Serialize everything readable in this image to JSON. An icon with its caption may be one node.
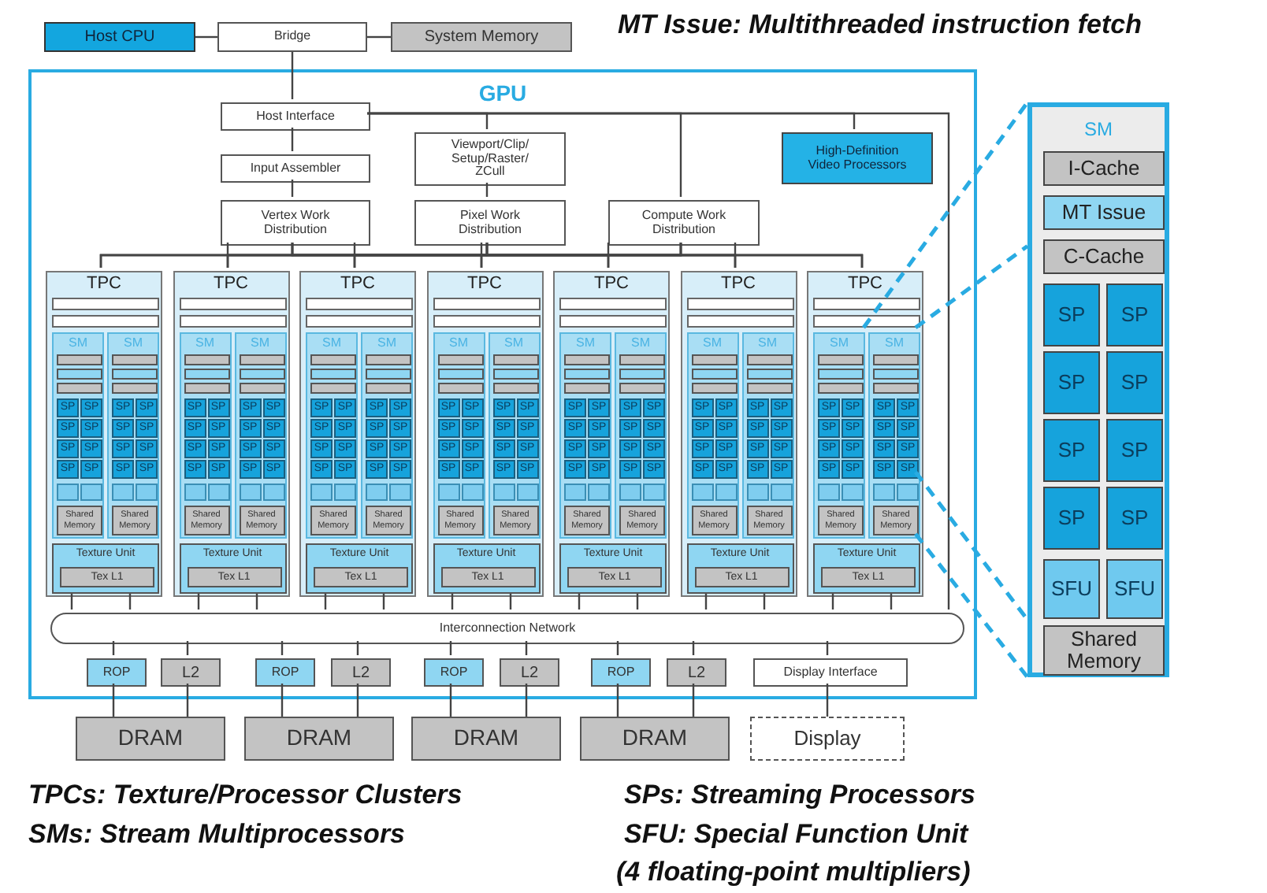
{
  "diagram": {
    "nodes": [
      {
        "text": [
          "Host CPU"
        ]
      },
      {
        "text": [
          "Bridge"
        ]
      },
      {
        "text": [
          "System Memory"
        ]
      },
      {
        "text": [
          "GPU"
        ]
      },
      {
        "text": [
          "Host Interface"
        ],
        "in": 3
      },
      {
        "text": [
          "Input Assembler"
        ],
        "in": 3
      },
      {
        "text": [
          "Viewport/Clip/ Setup/Raster/ ZCull"
        ],
        "in": 3
      },
      {
        "text": [
          "High-Definition Video Processors"
        ],
        "in": 3
      },
      {
        "text": [
          "Vertex Work Distribution"
        ],
        "in": 3
      },
      {
        "text": [
          "Pixel Work Distribution"
        ],
        "in": 3
      },
      {
        "text": [
          "Compute Work Distribution"
        ],
        "in": 3
      },
      {
        "text": [
          "TPC"
        ],
        "in": 3
      },
      {
        "text": [],
        "shape": "bar",
        "in": 11
      },
      {
        "text": [],
        "shape": "bar",
        "in": 11
      },
      {
        "text": [
          "SM"
        ],
        "in": 11
      },
      {
        "text": [],
        "shape": "bar",
        "in": 14
      },
      {
        "text": [],
        "shape": "bar",
        "in": 14
      },
      {
        "text": [],
        "shape": "bar",
        "in": 14
      },
      {
        "text": [
          "SP"
        ],
        "in": 14
      },
      {
        "text": [
          "SP"
        ],
        "in": 14
      },
      {
        "text": [
          "SP"
        ],
        "in": 14
      },
      {
        "text": [
          "SP"
        ],
        "in": 14
      },
      {
        "text": [
          "SP"
        ],
        "in": 14
      },
      {
        "text": [
          "SP"
        ],
        "in": 14
      },
      {
        "text": [
          "SP"
        ],
        "in": 14
      },
      {
        "text": [
          "SP"
        ],
        "in": 14
      },
      {
        "text": [],
        "shape": "box",
        "in": 14
      },
      {
        "text": [],
        "shape": "box",
        "in": 14
      },
      {
        "text": [
          "Shared Memory"
        ],
        "in": 14
      },
      {
        "text": [
          "SM"
        ],
        "in": 11
      },
      {
        "text": [],
        "shape": "bar",
        "in": 29
      },
      {
        "text": [],
        "shape": "bar",
        "in": 29
      },
      {
        "text": [],
        "shape": "bar",
        "in": 29
      },
      {
        "text": [
          "SP"
        ],
        "in": 29
      },
      {
        "text": [
          "SP"
        ],
        "in": 29
      },
      {
        "text": [
          "SP"
        ],
        "in": 29
      },
      {
        "text": [
          "SP"
        ],
        "in": 29
      },
      {
        "text": [
          "SP"
        ],
        "in": 29
      },
      {
        "text": [
          "SP"
        ],
        "in": 29
      },
      {
        "text": [
          "SP"
        ],
        "in": 29
      },
      {
        "text": [
          "SP"
        ],
        "in": 29
      },
      {
        "text": [],
        "shape": "box",
        "in": 29
      },
      {
        "text": [],
        "shape": "box",
        "in": 29
      },
      {
        "text": [
          "Shared Memory"
        ],
        "in": 29
      },
      {
        "text": [
          "Texture Unit"
        ],
        "in": 11
      },
      {
        "text": [
          "Tex L1"
        ],
        "in": 44
      },
      {
        "text": [
          "TPC"
        ],
        "in": 3
      },
      {
        "text": [],
        "shape": "bar",
        "in": 46
      },
      {
        "text": [],
        "shape": "bar",
        "in": 46
      },
      {
        "text": [
          "SM"
        ],
        "in": 46
      },
      {
        "text": [],
        "shape": "bar",
        "in": 49
      },
      {
        "text": [],
        "shape": "bar",
        "in": 49
      },
      {
        "text": [],
        "shape": "bar",
        "in": 49
      },
      {
        "text": [
          "SP"
        ],
        "in": 49
      },
      {
        "text": [
          "SP"
        ],
        "in": 49
      },
      {
        "text": [
          "SP"
        ],
        "in": 49
      },
      {
        "text": [
          "SP"
        ],
        "in": 49
      },
      {
        "text": [
          "SP"
        ],
        "in": 49
      },
      {
        "text": [
          "SP"
        ],
        "in": 49
      },
      {
        "text": [
          "SP"
        ],
        "in": 49
      },
      {
        "text": [
          "SP"
        ],
        "in": 49
      },
      {
        "text": [],
        "shape": "box",
        "in": 49
      },
      {
        "text": [],
        "shape": "box",
        "in": 49
      },
      {
        "text": [
          "Shared Memory"
        ],
        "in": 49
      },
      {
        "text": [
          "SM"
        ],
        "in": 46
      },
      {
        "text": [],
        "shape": "bar",
        "in": 64
      },
      {
        "text": [],
        "shape": "bar",
        "in": 64
      },
      {
        "text": [],
        "shape": "bar",
        "in": 64
      },
      {
        "text": [
          "SP"
        ],
        "in": 64
      },
      {
        "text": [
          "SP"
        ],
        "in": 64
      },
      {
        "text": [
          "SP"
        ],
        "in": 64
      },
      {
        "text": [
          "SP"
        ],
        "in": 64
      },
      {
        "text": [
          "SP"
        ],
        "in": 64
      },
      {
        "text": [
          "SP"
        ],
        "in": 64
      },
      {
        "text": [
          "SP"
        ],
        "in": 64
      },
      {
        "text": [
          "SP"
        ],
        "in": 64
      },
      {
        "text": [],
        "shape": "box",
        "in": 64
      },
      {
        "text": [],
        "shape": "box",
        "in": 64
      },
      {
        "text": [
          "Shared Memory"
        ],
        "in": 64
      },
      {
        "text": [
          "Texture Unit"
        ],
        "in": 46
      },
      {
        "text": [
          "Tex L1"
        ],
        "in": 79
      },
      {
        "text": [
          "TPC"
        ],
        "in": 3
      },
      {
        "text": [],
        "shape": "bar",
        "in": 81
      },
      {
        "text": [],
        "shape": "bar",
        "in": 81
      },
      {
        "text": [
          "SM"
        ],
        "in": 81
      },
      {
        "text": [],
        "shape": "bar",
        "in": 84
      },
      {
        "text": [],
        "shape": "bar",
        "in": 84
      },
      {
        "text": [],
        "shape": "bar",
        "in": 84
      },
      {
        "text": [
          "SP"
        ],
        "in": 84
      },
      {
        "text": [
          "SP"
        ],
        "in": 84
      },
      {
        "text": [
          "SP"
        ],
        "in": 84
      },
      {
        "text": [
          "SP"
        ],
        "in": 84
      },
      {
        "text": [
          "SP"
        ],
        "in": 84
      },
      {
        "text": [
          "SP"
        ],
        "in": 84
      },
      {
        "text": [
          "SP"
        ],
        "in": 84
      },
      {
        "text": [
          "SP"
        ],
        "in": 84
      },
      {
        "text": [],
        "shape": "box",
        "in": 84
      },
      {
        "text": [],
        "shape": "box",
        "in": 84
      },
      {
        "text": [
          "Shared Memory"
        ],
        "in": 84
      },
      {
        "text": [
          "SM"
        ],
        "in": 81
      },
      {
        "text": [],
        "shape": "bar",
        "in": 99
      },
      {
        "text": [],
        "shape": "bar",
        "in": 99
      },
      {
        "text": [],
        "shape": "bar",
        "in": 99
      },
      {
        "text": [
          "SP"
        ],
        "in": 99
      },
      {
        "text": [
          "SP"
        ],
        "in": 99
      },
      {
        "text": [
          "SP"
        ],
        "in": 99
      },
      {
        "text": [
          "SP"
        ],
        "in": 99
      },
      {
        "text": [
          "SP"
        ],
        "in": 99
      },
      {
        "text": [
          "SP"
        ],
        "in": 99
      },
      {
        "text": [
          "SP"
        ],
        "in": 99
      },
      {
        "text": [
          "SP"
        ],
        "in": 99
      },
      {
        "text": [],
        "shape": "box",
        "in": 99
      },
      {
        "text": [],
        "shape": "box",
        "in": 99
      },
      {
        "text": [
          "Shared Memory"
        ],
        "in": 99
      },
      {
        "text": [
          "Texture Unit"
        ],
        "in": 81
      },
      {
        "text": [
          "Tex L1"
        ],
        "in": 114
      },
      {
        "text": [
          "TPC"
        ],
        "in": 3
      },
      {
        "text": [],
        "shape": "bar",
        "in": 116
      },
      {
        "text": [],
        "shape": "bar",
        "in": 116
      },
      {
        "text": [
          "SM"
        ],
        "in": 116
      },
      {
        "text": [],
        "shape": "bar",
        "in": 119
      },
      {
        "text": [],
        "shape": "bar",
        "in": 119
      },
      {
        "text": [],
        "shape": "bar",
        "in": 119
      },
      {
        "text": [
          "SP"
        ],
        "in": 119
      },
      {
        "text": [
          "SP"
        ],
        "in": 119
      },
      {
        "text": [
          "SP"
        ],
        "in": 119
      },
      {
        "text": [
          "SP"
        ],
        "in": 119
      },
      {
        "text": [
          "SP"
        ],
        "in": 119
      },
      {
        "text": [
          "SP"
        ],
        "in": 119
      },
      {
        "text": [
          "SP"
        ],
        "in": 119
      },
      {
        "text": [
          "SP"
        ],
        "in": 119
      },
      {
        "text": [],
        "shape": "box",
        "in": 119
      },
      {
        "text": [],
        "shape": "box",
        "in": 119
      },
      {
        "text": [
          "Shared Memory"
        ],
        "in": 119
      },
      {
        "text": [
          "SM"
        ],
        "in": 116
      },
      {
        "text": [],
        "shape": "bar",
        "in": 134
      },
      {
        "text": [],
        "shape": "bar",
        "in": 134
      },
      {
        "text": [],
        "shape": "bar",
        "in": 134
      },
      {
        "text": [
          "SP"
        ],
        "in": 134
      },
      {
        "text": [
          "SP"
        ],
        "in": 134
      },
      {
        "text": [
          "SP"
        ],
        "in": 134
      },
      {
        "text": [
          "SP"
        ],
        "in": 134
      },
      {
        "text": [
          "SP"
        ],
        "in": 134
      },
      {
        "text": [
          "SP"
        ],
        "in": 134
      },
      {
        "text": [
          "SP"
        ],
        "in": 134
      },
      {
        "text": [
          "SP"
        ],
        "in": 134
      },
      {
        "text": [],
        "shape": "box",
        "in": 134
      },
      {
        "text": [],
        "shape": "box",
        "in": 134
      },
      {
        "text": [
          "Shared Memory"
        ],
        "in": 134
      },
      {
        "text": [
          "Texture Unit"
        ],
        "in": 116
      },
      {
        "text": [
          "Tex L1"
        ],
        "in": 149
      },
      {
        "text": [
          "TPC"
        ],
        "in": 3
      },
      {
        "text": [],
        "shape": "bar",
        "in": 151
      },
      {
        "text": [],
        "shape": "bar",
        "in": 151
      },
      {
        "text": [
          "SM"
        ],
        "in": 151
      },
      {
        "text": [],
        "shape": "bar",
        "in": 154
      },
      {
        "text": [],
        "shape": "bar",
        "in": 154
      },
      {
        "text": [],
        "shape": "bar",
        "in": 154
      },
      {
        "text": [
          "SP"
        ],
        "in": 154
      },
      {
        "text": [
          "SP"
        ],
        "in": 154
      },
      {
        "text": [
          "SP"
        ],
        "in": 154
      },
      {
        "text": [
          "SP"
        ],
        "in": 154
      },
      {
        "text": [
          "SP"
        ],
        "in": 154
      },
      {
        "text": [
          "SP"
        ],
        "in": 154
      },
      {
        "text": [
          "SP"
        ],
        "in": 154
      },
      {
        "text": [
          "SP"
        ],
        "in": 154
      },
      {
        "text": [],
        "shape": "box",
        "in": 154
      },
      {
        "text": [],
        "shape": "box",
        "in": 154
      },
      {
        "text": [
          "Shared Memory"
        ],
        "in": 154
      },
      {
        "text": [
          "SM"
        ],
        "in": 151
      },
      {
        "text": [],
        "shape": "bar",
        "in": 169
      },
      {
        "text": [],
        "shape": "bar",
        "in": 169
      },
      {
        "text": [],
        "shape": "bar",
        "in": 169
      },
      {
        "text": [
          "SP"
        ],
        "in": 169
      },
      {
        "text": [
          "SP"
        ],
        "in": 169
      },
      {
        "text": [
          "SP"
        ],
        "in": 169
      },
      {
        "text": [
          "SP"
        ],
        "in": 169
      },
      {
        "text": [
          "SP"
        ],
        "in": 169
      },
      {
        "text": [
          "SP"
        ],
        "in": 169
      },
      {
        "text": [
          "SP"
        ],
        "in": 169
      },
      {
        "text": [
          "SP"
        ],
        "in": 169
      },
      {
        "text": [],
        "shape": "box",
        "in": 169
      },
      {
        "text": [],
        "shape": "box",
        "in": 169
      },
      {
        "text": [
          "Shared Memory"
        ],
        "in": 169
      },
      {
        "text": [
          "Texture Unit"
        ],
        "in": 151
      },
      {
        "text": [
          "Tex L1"
        ],
        "in": 184
      },
      {
        "text": [
          "TPC"
        ],
        "in": 3
      },
      {
        "text": [],
        "shape": "bar",
        "in": 186
      },
      {
        "text": [],
        "shape": "bar",
        "in": 186
      },
      {
        "text": [
          "SM"
        ],
        "in": 186
      },
      {
        "text": [],
        "shape": "bar",
        "in": 189
      },
      {
        "text": [],
        "shape": "bar",
        "in": 189
      },
      {
        "text": [],
        "shape": "bar",
        "in": 189
      },
      {
        "text": [
          "SP"
        ],
        "in": 189
      },
      {
        "text": [
          "SP"
        ],
        "in": 189
      },
      {
        "text": [
          "SP"
        ],
        "in": 189
      },
      {
        "text": [
          "SP"
        ],
        "in": 189
      },
      {
        "text": [
          "SP"
        ],
        "in": 189
      },
      {
        "text": [
          "SP"
        ],
        "in": 189
      },
      {
        "text": [
          "SP"
        ],
        "in": 189
      },
      {
        "text": [
          "SP"
        ],
        "in": 189
      },
      {
        "text": [],
        "shape": "box",
        "in": 189
      },
      {
        "text": [],
        "shape": "box",
        "in": 189
      },
      {
        "text": [
          "Shared Memory"
        ],
        "in": 189
      },
      {
        "text": [
          "SM"
        ],
        "in": 186
      },
      {
        "text": [],
        "shape": "bar",
        "in": 204
      },
      {
        "text": [],
        "shape": "bar",
        "in": 204
      },
      {
        "text": [],
        "shape": "bar",
        "in": 204
      },
      {
        "text": [
          "SP"
        ],
        "in": 204
      },
      {
        "text": [
          "SP"
        ],
        "in": 204
      },
      {
        "text": [
          "SP"
        ],
        "in": 204
      },
      {
        "text": [
          "SP"
        ],
        "in": 204
      },
      {
        "text": [
          "SP"
        ],
        "in": 204
      },
      {
        "text": [
          "SP"
        ],
        "in": 204
      },
      {
        "text": [
          "SP"
        ],
        "in": 204
      },
      {
        "text": [
          "SP"
        ],
        "in": 204
      },
      {
        "text": [],
        "shape": "box",
        "in": 204
      },
      {
        "text": [],
        "shape": "box",
        "in": 204
      },
      {
        "text": [
          "Shared Memory"
        ],
        "in": 204
      },
      {
        "text": [
          "Texture Unit"
        ],
        "in": 186
      },
      {
        "text": [
          "Tex L1"
        ],
        "in": 219
      },
      {
        "text": [
          "TPC"
        ],
        "in": 3
      },
      {
        "text": [],
        "shape": "bar",
        "in": 221
      },
      {
        "text": [],
        "shape": "bar",
        "in": 221
      },
      {
        "text": [
          "SM"
        ],
        "in": 221
      },
      {
        "text": [],
        "shape": "bar",
        "in": 224
      },
      {
        "text": [],
        "shape": "bar",
        "in": 224
      },
      {
        "text": [],
        "shape": "bar",
        "in": 224
      },
      {
        "text": [
          "SP"
        ],
        "in": 224
      },
      {
        "text": [
          "SP"
        ],
        "in": 224
      },
      {
        "text": [
          "SP"
        ],
        "in": 224
      },
      {
        "text": [
          "SP"
        ],
        "in": 224
      },
      {
        "text": [
          "SP"
        ],
        "in": 224
      },
      {
        "text": [
          "SP"
        ],
        "in": 224
      },
      {
        "text": [
          "SP"
        ],
        "in": 224
      },
      {
        "text": [
          "SP"
        ],
        "in": 224
      },
      {
        "text": [],
        "shape": "box",
        "in": 224
      },
      {
        "text": [],
        "shape": "box",
        "in": 224
      },
      {
        "text": [
          "Shared Memory"
        ],
        "in": 224
      },
      {
        "text": [
          "SM"
        ],
        "in": 221
      },
      {
        "text": [],
        "shape": "bar",
        "in": 239
      },
      {
        "text": [],
        "shape": "bar",
        "in": 239
      },
      {
        "text": [],
        "shape": "bar",
        "in": 239
      },
      {
        "text": [
          "SP"
        ],
        "in": 239
      },
      {
        "text": [
          "SP"
        ],
        "in": 239
      },
      {
        "text": [
          "SP"
        ],
        "in": 239
      },
      {
        "text": [
          "SP"
        ],
        "in": 239
      },
      {
        "text": [
          "SP"
        ],
        "in": 239
      },
      {
        "text": [
          "SP"
        ],
        "in": 239
      },
      {
        "text": [
          "SP"
        ],
        "in": 239
      },
      {
        "text": [
          "SP"
        ],
        "in": 239
      },
      {
        "text": [],
        "shape": "box",
        "in": 239
      },
      {
        "text": [],
        "shape": "box",
        "in": 239
      },
      {
        "text": [
          "Shared Memory"
        ],
        "in": 239
      },
      {
        "text": [
          "Texture Unit"
        ],
        "in": 221
      },
      {
        "text": [
          "Tex L1"
        ],
        "in": 254
      },
      {
        "text": [
          "Interconnection Network"
        ],
        "in": 3
      },
      {
        "text": [
          "ROP"
        ],
        "in": 3
      },
      {
        "text": [
          "L2"
        ],
        "in": 3
      },
      {
        "text": [
          "ROP"
        ],
        "in": 3
      },
      {
        "text": [
          "L2"
        ],
        "in": 3
      },
      {
        "text": [
          "ROP"
        ],
        "in": 3
      },
      {
        "text": [
          "L2"
        ],
        "in": 3
      },
      {
        "text": [
          "ROP"
        ],
        "in": 3
      },
      {
        "text": [
          "L2"
        ],
        "in": 3
      },
      {
        "text": [
          "Display Interface"
        ],
        "in": 3
      },
      {
        "text": [
          "DRAM"
        ]
      },
      {
        "text": [
          "DRAM"
        ]
      },
      {
        "text": [
          "DRAM"
        ]
      },
      {
        "text": [
          "DRAM"
        ]
      },
      {
        "text": [
          "Display"
        ]
      },
      {
        "text": [
          "SM"
        ]
      },
      {
        "text": [
          "I-Cache"
        ],
        "in": 271
      },
      {
        "text": [
          "MT Issue"
        ],
        "in": 271
      },
      {
        "text": [
          "C-Cache"
        ],
        "in": 271
      },
      {
        "text": [
          "SP"
        ],
        "in": 271
      },
      {
        "text": [
          "SP"
        ],
        "in": 271
      },
      {
        "text": [
          "SP"
        ],
        "in": 271
      },
      {
        "text": [
          "SP"
        ],
        "in": 271
      },
      {
        "text": [
          "SP"
        ],
        "in": 271
      },
      {
        "text": [
          "SP"
        ],
        "in": 271
      },
      {
        "text": [
          "SP"
        ],
        "in": 271
      },
      {
        "text": [
          "SP"
        ],
        "in": 271
      },
      {
        "text": [
          "SFU"
        ],
        "in": 271
      },
      {
        "text": [
          "SFU"
        ],
        "in": 271
      },
      {
        "text": [
          "Shared Memory"
        ],
        "in": 271
      }
    ],
    "edges": [
      {
        "from": 0,
        "to": 1,
        "arrow": "none"
      },
      {
        "from": 1,
        "to": 2,
        "arrow": "none"
      },
      {
        "from": 1,
        "to": 4,
        "arrow": "none"
      },
      {
        "from": 4,
        "to": 5,
        "arrow": "none"
      },
      {
        "from": 5,
        "to": 8,
        "arrow": "none"
      },
      {
        "from": 4,
        "to": 6,
        "arrow": "none"
      },
      {
        "from": 4,
        "to": 10,
        "arrow": "none"
      },
      {
        "from": 4,
        "to": 7,
        "arrow": "none"
      },
      {
        "from": 4,
        "to": 256,
        "arrow": "none"
      },
      {
        "from": 6,
        "to": 9,
        "arrow": "none"
      },
      {
        "from": 8,
        "to": 11,
        "arrow": "none"
      },
      {
        "from": 8,
        "to": 46,
        "arrow": "none"
      },
      {
        "from": 8,
        "to": 81,
        "arrow": "none"
      },
      {
        "from": 8,
        "to": 116,
        "arrow": "none"
      },
      {
        "from": 8,
        "to": 151,
        "arrow": "none"
      },
      {
        "from": 8,
        "to": 186,
        "arrow": "none"
      },
      {
        "from": 8,
        "to": 221,
        "arrow": "none"
      },
      {
        "from": 9,
        "to": 11,
        "arrow": "none"
      },
      {
        "from": 9,
        "to": 46,
        "arrow": "none"
      },
      {
        "from": 9,
        "to": 81,
        "arrow": "none"
      },
      {
        "from": 9,
        "to": 116,
        "arrow": "none"
      },
      {
        "from": 9,
        "to": 151,
        "arrow": "none"
      },
      {
        "from": 9,
        "to": 186,
        "arrow": "none"
      },
      {
        "from": 9,
        "to": 221,
        "arrow": "none"
      },
      {
        "from": 10,
        "to": 11,
        "arrow": "none"
      },
      {
        "from": 10,
        "to": 46,
        "arrow": "none"
      },
      {
        "from": 10,
        "to": 81,
        "arrow": "none"
      },
      {
        "from": 10,
        "to": 116,
        "arrow": "none"
      },
      {
        "from": 10,
        "to": 151,
        "arrow": "none"
      },
      {
        "from": 10,
        "to": 186,
        "arrow": "none"
      },
      {
        "from": 10,
        "to": 221,
        "arrow": "none"
      },
      {
        "from": 11,
        "to": 256,
        "arrow": "none"
      },
      {
        "from": 11,
        "to": 256,
        "arrow": "none"
      },
      {
        "from": 46,
        "to": 256,
        "arrow": "none"
      },
      {
        "from": 46,
        "to": 256,
        "arrow": "none"
      },
      {
        "from": 81,
        "to": 256,
        "arrow": "none"
      },
      {
        "from": 81,
        "to": 256,
        "arrow": "none"
      },
      {
        "from": 116,
        "to": 256,
        "arrow": "none"
      },
      {
        "from": 116,
        "to": 256,
        "arrow": "none"
      },
      {
        "from": 151,
        "to": 256,
        "arrow": "none"
      },
      {
        "from": 151,
        "to": 256,
        "arrow": "none"
      },
      {
        "from": 186,
        "to": 256,
        "arrow": "none"
      },
      {
        "from": 186,
        "to": 256,
        "arrow": "none"
      },
      {
        "from": 221,
        "to": 256,
        "arrow": "none"
      },
      {
        "from": 221,
        "to": 256,
        "arrow": "none"
      },
      {
        "from": 256,
        "to": 257,
        "arrow": "none"
      },
      {
        "from": 256,
        "to": 258,
        "arrow": "none"
      },
      {
        "from": 256,
        "to": 259,
        "arrow": "none"
      },
      {
        "from": 256,
        "to": 260,
        "arrow": "none"
      },
      {
        "from": 256,
        "to": 261,
        "arrow": "none"
      },
      {
        "from": 256,
        "to": 262,
        "arrow": "none"
      },
      {
        "from": 256,
        "to": 263,
        "arrow": "none"
      },
      {
        "from": 256,
        "to": 264,
        "arrow": "none"
      },
      {
        "from": 256,
        "to": 265,
        "arrow": "none"
      },
      {
        "from": 257,
        "to": 266,
        "arrow": "none"
      },
      {
        "from": 258,
        "to": 266,
        "arrow": "none"
      },
      {
        "from": 259,
        "to": 267,
        "arrow": "none"
      },
      {
        "from": 260,
        "to": 267,
        "arrow": "none"
      },
      {
        "from": 261,
        "to": 268,
        "arrow": "none"
      },
      {
        "from": 262,
        "to": 268,
        "arrow": "none"
      },
      {
        "from": 263,
        "to": 269,
        "arrow": "none"
      },
      {
        "from": 264,
        "to": 269,
        "arrow": "none"
      },
      {
        "from": 265,
        "to": 270,
        "arrow": "none"
      },
      {
        "from": 239,
        "to": 271,
        "arrow": "none",
        "style": "dashed",
        "color": "#29abe2"
      },
      {
        "from": 239,
        "to": 271,
        "arrow": "none",
        "style": "dashed",
        "color": "#29abe2"
      },
      {
        "from": 239,
        "to": 271,
        "arrow": "none",
        "style": "dashed",
        "color": "#29abe2"
      },
      {
        "from": 239,
        "to": 271,
        "arrow": "none",
        "style": "dashed",
        "color": "#29abe2"
      }
    ],
    "labels": [
      "MT Issue: Multithreaded instruction fetch",
      "TPCs: Texture/Processor Clusters",
      "SMs: Stream Multiprocessors",
      "SPs: Streaming Processors",
      "SFU: Special Function Unit",
      "(4 floating-point multipliers)"
    ]
  }
}
